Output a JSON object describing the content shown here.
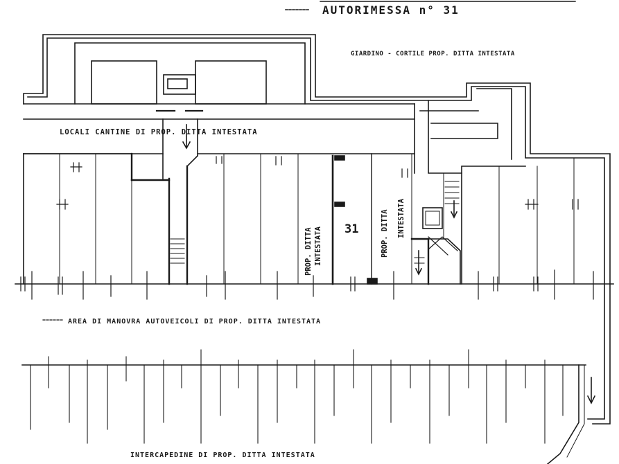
{
  "title": "AUTORIMESSA n° 31",
  "labels": {
    "garden": "GIARDINO - CORTILE PROP. DITTA INTESTATA",
    "cellars": "LOCALI CANTINE DI PROP. DITTA INTESTATA",
    "maneuver": "AREA DI MANOVRA AUTOVEICOLI DI PROP. DITTA INTESTATA",
    "cavity": "INTERCAPEDINE DI PROP. DITTA INTESTATA",
    "unit_number": "31",
    "left_prop_l1": "PROP. DITTA",
    "left_prop_l2": "INTESTATA",
    "right_prop_l1": "PROP. DITTA",
    "right_prop_l2": "INTESTATA"
  },
  "colors": {
    "ink": "#1a1a1a",
    "paper": "#ffffff"
  }
}
